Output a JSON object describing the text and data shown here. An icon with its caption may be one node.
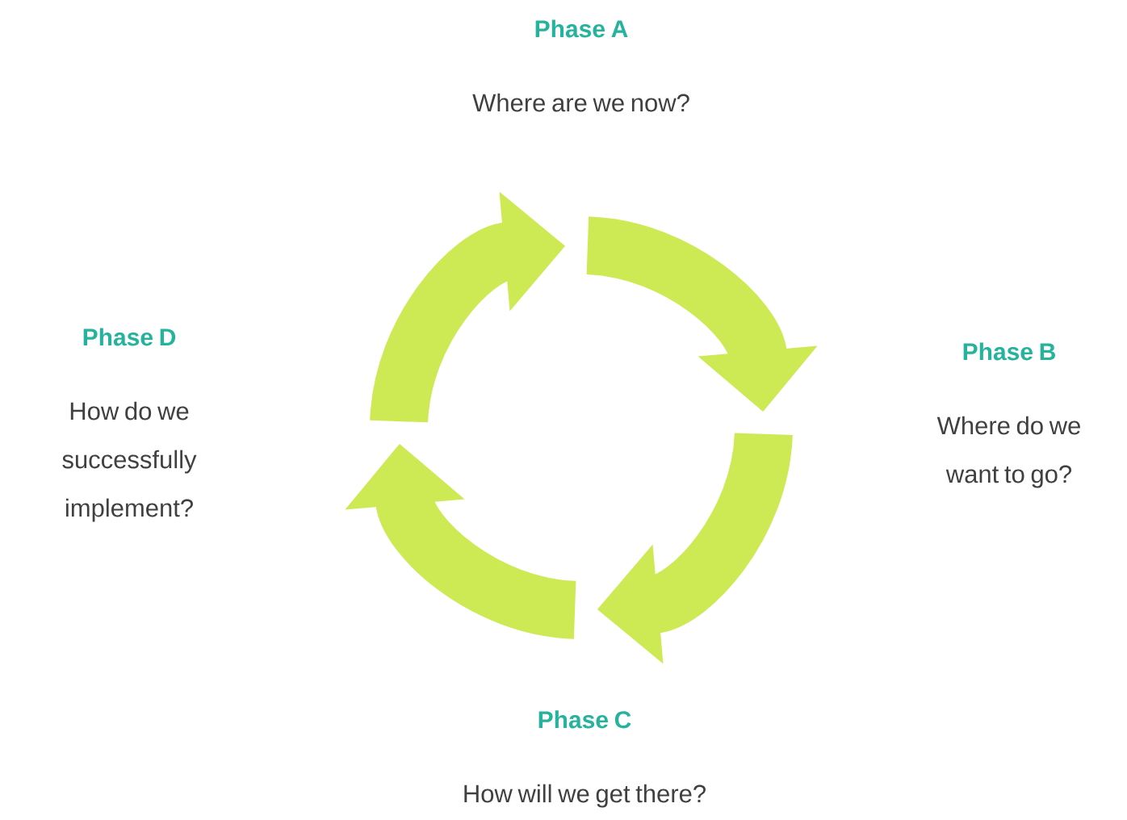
{
  "diagram": {
    "nodes": [
      {
        "text": [
          "Phase A",
          "Where are we now?"
        ]
      },
      {
        "text": [
          "Phase B",
          "Where do we want to go?"
        ]
      },
      {
        "text": [
          "Phase C",
          "How will we get there?"
        ]
      },
      {
        "text": [
          "Phase D",
          "How do we successfully implement?"
        ]
      }
    ]
  }
}
